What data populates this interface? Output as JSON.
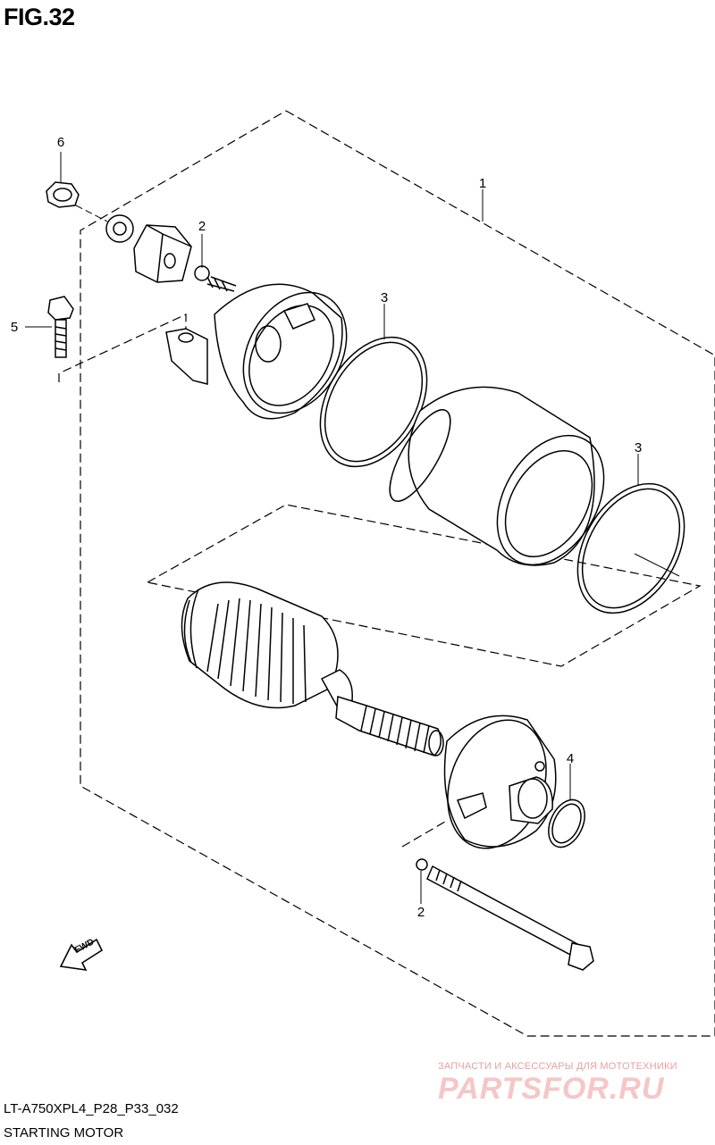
{
  "figure": {
    "title": "FIG.32"
  },
  "callouts": [
    {
      "id": "1",
      "label": "1"
    },
    {
      "id": "2a",
      "label": "2"
    },
    {
      "id": "3a",
      "label": "3"
    },
    {
      "id": "3b",
      "label": "3"
    },
    {
      "id": "4",
      "label": "4"
    },
    {
      "id": "5",
      "label": "5"
    },
    {
      "id": "6",
      "label": "6"
    },
    {
      "id": "2b",
      "label": "2"
    }
  ],
  "direction_marker": {
    "label": "FWD",
    "icon": "fwd-arrow-icon"
  },
  "footer": {
    "model_code": "LT-A750XPL4_P28_P33_032",
    "part_name": "STARTING MOTOR"
  },
  "watermark": {
    "tagline": "ЗАПЧАСТИ И АКСЕССУАРЫ ДЛЯ МОТОТЕХНИКИ",
    "brand": "PARTSFOR.RU",
    "color": "#f2b8b8"
  }
}
